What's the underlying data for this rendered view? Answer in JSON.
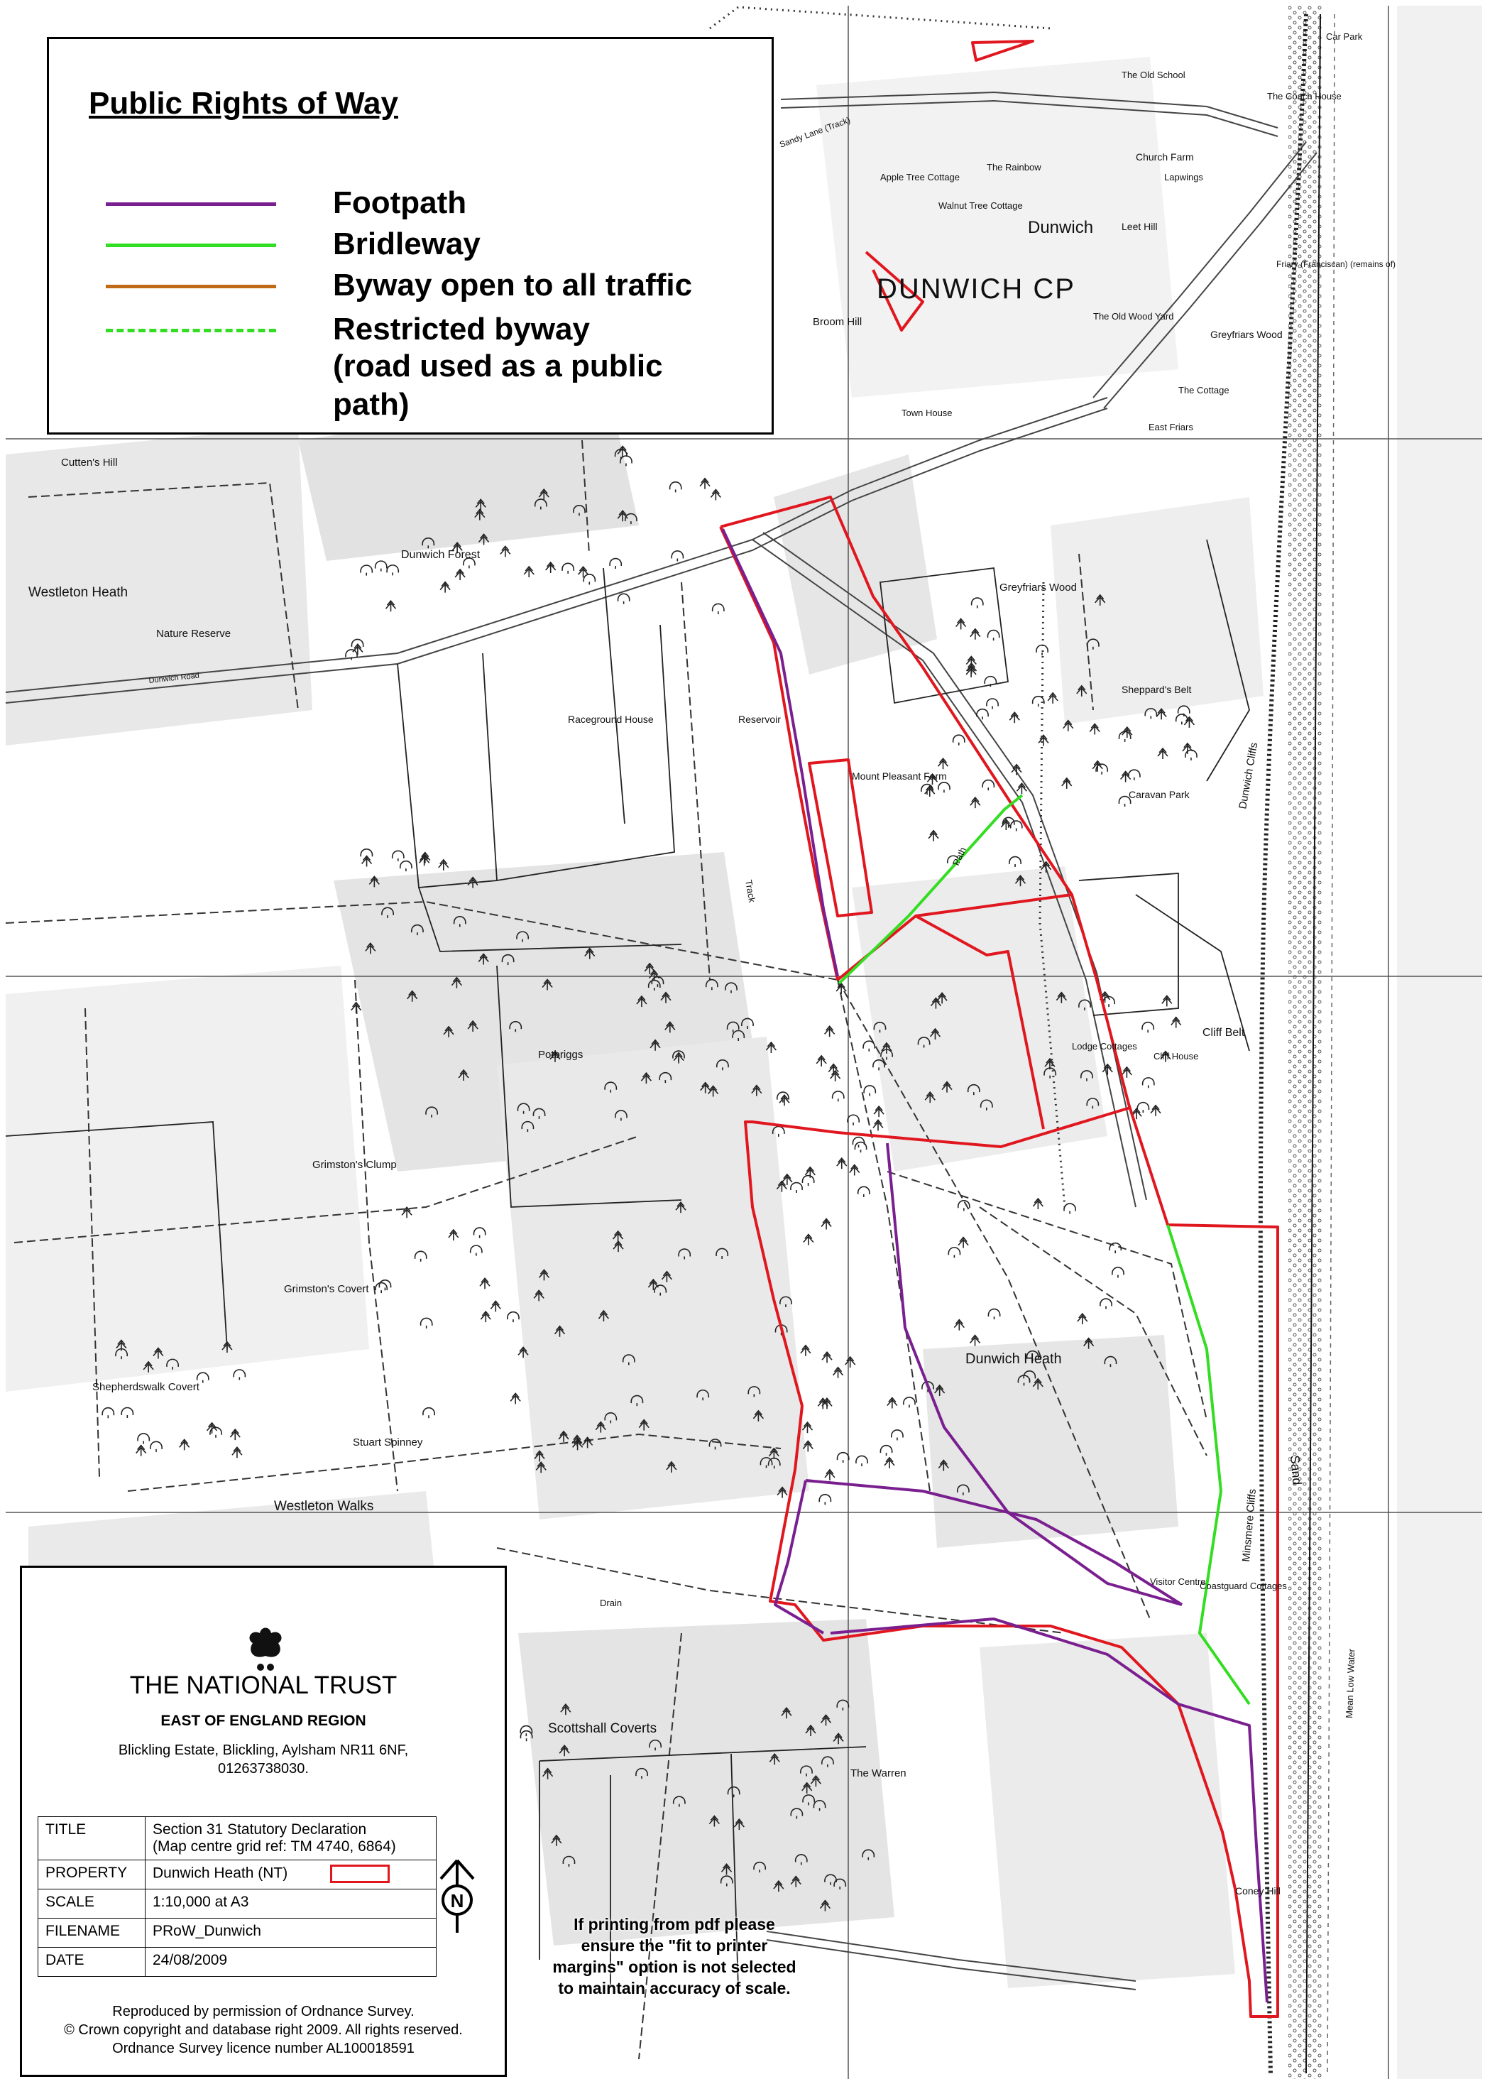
{
  "legend": {
    "title": "Public Rights of Way",
    "items": [
      {
        "label": "Footpath",
        "color": "#7a1f8f",
        "style": "solid"
      },
      {
        "label": "Bridleway",
        "color": "#33dd22",
        "style": "solid"
      },
      {
        "label": "Byway open to all traffic",
        "color": "#c06a18",
        "style": "solid"
      },
      {
        "label": "Restricted byway",
        "label2": "(road used as a public path)",
        "color": "#33dd22",
        "style": "dashed"
      }
    ]
  },
  "map": {
    "parish": "DUNWICH CP",
    "boundary_color": "#e0171f",
    "places": [
      "Dunwich",
      "Dunwich Forest",
      "Westleton Heath",
      "Nature Reserve",
      "Cutten's Hill",
      "Broom Hill",
      "Greyfriars Wood",
      "Dunwich Cliffs",
      "Mount Pleasant Farm",
      "Raceground House",
      "Reservoir",
      "Caravan Park",
      "Lodge Cottages",
      "Cliff Belt",
      "Cliff House",
      "Potbriggs",
      "Grimston's Clump",
      "Grimston's Covert",
      "Shepherdswalk Covert",
      "Stuart Spinney",
      "Westleton Walks",
      "Dunwich Heath",
      "Minsmere Cliffs",
      "Coastguard Cottages",
      "Visitor Centre",
      "Scottshall Coverts",
      "The Warren",
      "Coney Hill",
      "Sheppard's Belt",
      "The Old School",
      "The Coach House",
      "Apple Tree Cottage",
      "Walnut Tree Cottage",
      "The Rainbow",
      "Leet Hill",
      "Church Farm",
      "Lapwings",
      "Friary (Franciscan) (remains of)",
      "The Old Wood Yard",
      "Greyfriars Wood",
      "The Cottage",
      "East Friars",
      "Town House",
      "Dunwich Road",
      "Sandy Lane (Track)",
      "Sand",
      "Mean Low Water",
      "Track",
      "Path",
      "Drain",
      "Car Park"
    ]
  },
  "trust": {
    "name": "THE NATIONAL TRUST",
    "region": "EAST OF ENGLAND REGION",
    "address_1": "Blickling Estate, Blickling, Aylsham NR11 6NF,",
    "address_2": "01263738030."
  },
  "meta_table": {
    "title_key": "TITLE",
    "title_val_1": "Section 31 Statutory Declaration",
    "title_val_2": "(Map centre grid ref: TM 4740, 6864)",
    "property_key": "PROPERTY",
    "property_val": "Dunwich Heath (NT)",
    "scale_key": "SCALE",
    "scale_val": "1:10,000 at A3",
    "filename_key": "FILENAME",
    "filename_val": "PRoW_Dunwich",
    "date_key": "DATE",
    "date_val": "24/08/2009"
  },
  "north_label": "N",
  "copyright": {
    "line1": "Reproduced by permission of Ordnance Survey.",
    "line2": "© Crown copyright and database right 2009.  All rights reserved.",
    "line3": "Ordnance Survey licence number AL100018591"
  },
  "print_note": "If printing from pdf please ensure the \"fit to printer margins\" option is not selected to maintain accuracy of scale."
}
